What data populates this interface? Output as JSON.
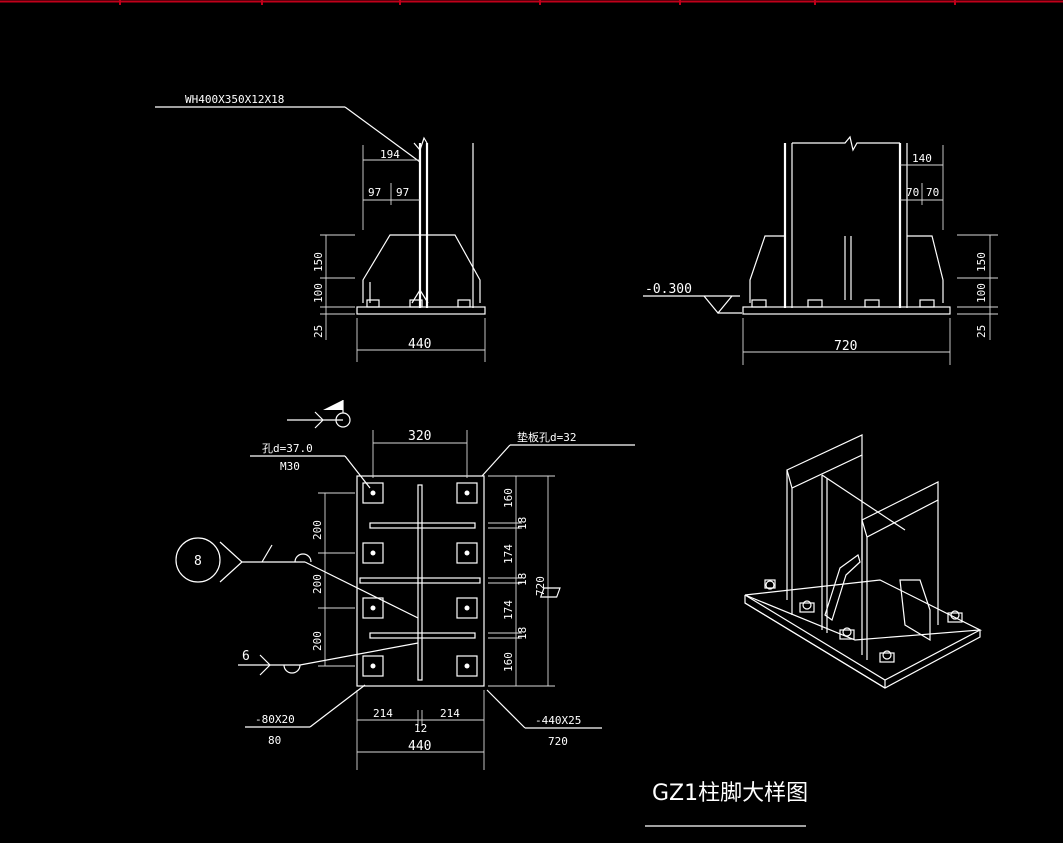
{
  "colors": {
    "background": "#000000",
    "lines": "#ffffff",
    "top_border": "#c0001a"
  },
  "drawing_title": "GZ1柱脚大样图",
  "front_view": {
    "section_label": "WH400X350X12X18",
    "dims": {
      "top_width": "194",
      "half_a": "97",
      "half_b": "97",
      "stiff_h": "150",
      "plate_h": "100",
      "base_thk": "25",
      "base_width": "440"
    }
  },
  "side_view": {
    "elevation": "-0.300",
    "dims": {
      "top_width": "140",
      "half_a": "70",
      "half_b": "70",
      "stiff_h": "150",
      "plate_h": "100",
      "base_thk": "25",
      "base_width": "720"
    }
  },
  "plan_view": {
    "hole_label": "孔d=37.0",
    "bolt_label": "M30",
    "washer_label": "垫板孔d=32",
    "top_spacing": "320",
    "left_dims": [
      "200",
      "200",
      "200"
    ],
    "right_dims": [
      "160",
      "18",
      "174",
      "18",
      "174",
      "18",
      "160"
    ],
    "total_height": "720",
    "bottom_dims": [
      "214",
      "12",
      "214"
    ],
    "total_width": "440",
    "stiffener_label_a": "-80X20",
    "stiffener_label_b": "80",
    "plate_label_a": "-440X25",
    "plate_label_b": "720",
    "weld_circle": "8",
    "weld_size": "6"
  }
}
